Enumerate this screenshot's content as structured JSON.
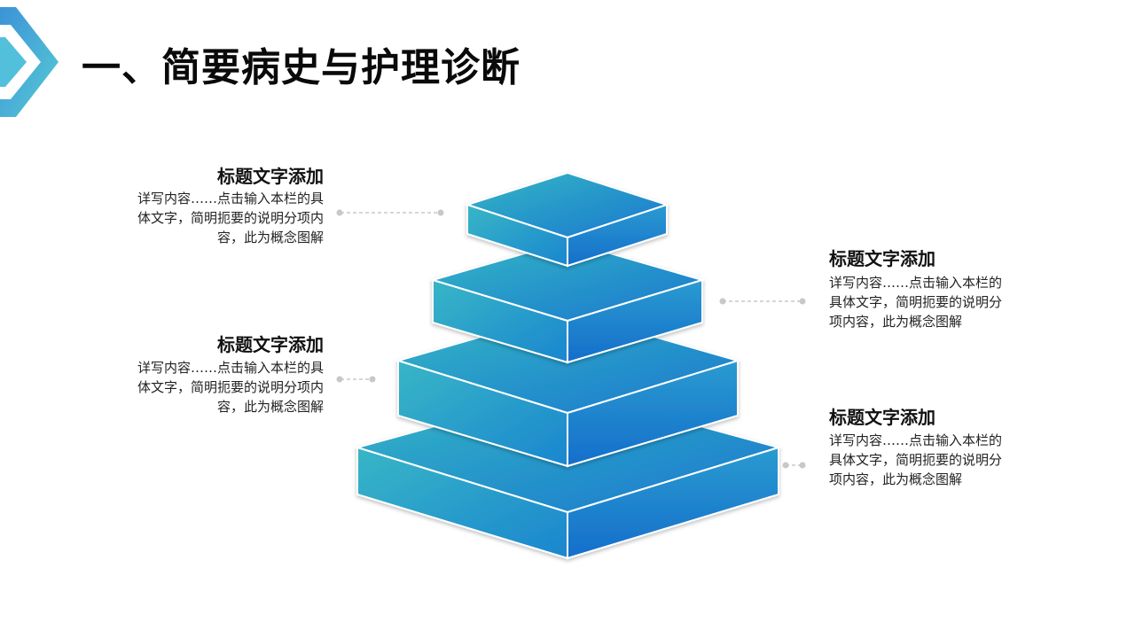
{
  "slide": {
    "title": "一、简要病史与护理诊断"
  },
  "colors": {
    "accent_light": "#35b7c5",
    "accent_dark": "#1877cf",
    "connector": "#c8c8c8"
  },
  "diagram": {
    "type": "layered-pyramid",
    "layers": 4,
    "callouts": [
      {
        "heading": "标题文字添加",
        "body_lines": [
          "详写内容……点击输入本栏的具",
          "体文字，简明扼要的说明分项内",
          "容，此为概念图解"
        ]
      },
      {
        "heading": "标题文字添加",
        "body_lines": [
          "详写内容……点击输入本栏的",
          "具体文字，简明扼要的说明分",
          "项内容，此为概念图解"
        ]
      },
      {
        "heading": "标题文字添加",
        "body_lines": [
          "详写内容……点击输入本栏的具",
          "体文字，简明扼要的说明分项内",
          "容，此为概念图解"
        ]
      },
      {
        "heading": "标题文字添加",
        "body_lines": [
          "详写内容……点击输入本栏的",
          "具体文字，简明扼要的说明分",
          "项内容，此为概念图解"
        ]
      }
    ]
  }
}
